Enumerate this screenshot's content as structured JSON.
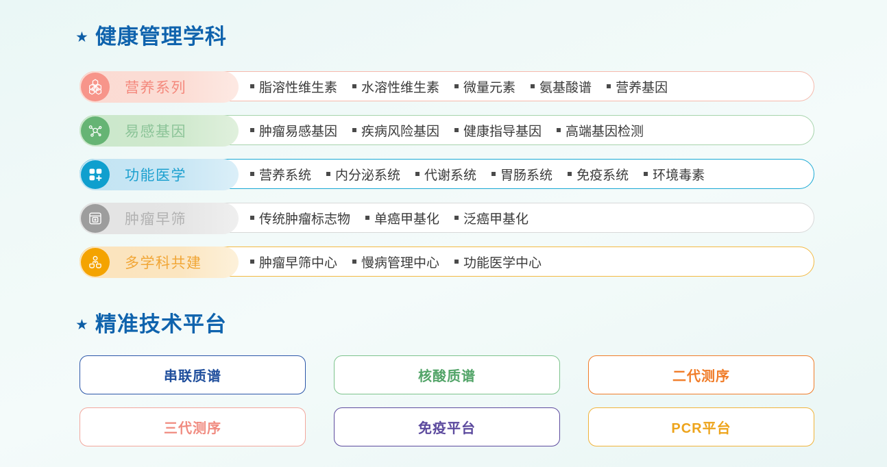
{
  "sections": [
    {
      "star": "★",
      "title": "健康管理学科",
      "rows": [
        {
          "key": "nutrition",
          "icon": "honeycomb-icon",
          "label": "营养系列",
          "color": "#f4887c",
          "icon_bg": "#f7958a",
          "items": [
            "脂溶性维生素",
            "水溶性维生素",
            "微量元素",
            "氨基酸谱",
            "营养基因"
          ]
        },
        {
          "key": "gene",
          "icon": "gene-network-icon",
          "label": "易感基因",
          "color": "#8cc498",
          "icon_bg": "#66b474",
          "items": [
            "肿瘤易感基因",
            "疾病风险基因",
            "健康指导基因",
            "高端基因检测"
          ]
        },
        {
          "key": "func",
          "icon": "grid-plus-icon",
          "label": "功能医学",
          "color": "#1ca0cf",
          "icon_bg": "#0f9fce",
          "items": [
            "营养系统",
            "内分泌系统",
            "代谢系统",
            "胃肠系统",
            "免疫系统",
            "环境毒素"
          ]
        },
        {
          "key": "tumor",
          "icon": "report-document-icon",
          "label": "肿瘤早筛",
          "color": "#b2b2b2",
          "icon_bg": "#9d9d9d",
          "items": [
            "传统肿瘤标志物",
            "单癌甲基化",
            "泛癌甲基化"
          ]
        },
        {
          "key": "multi",
          "icon": "people-group-icon",
          "label": "多学科共建",
          "color": "#f1a636",
          "icon_bg": "#f4a300",
          "items": [
            "肿瘤早筛中心",
            "慢病管理中心",
            "功能医学中心"
          ]
        }
      ]
    },
    {
      "star": "★",
      "title": "精准技术平台",
      "cards": [
        {
          "label": "串联质谱",
          "color": "#1f4e9c",
          "border": "#2a55a8"
        },
        {
          "label": "核酸质谱",
          "color": "#52a468",
          "border": "#7cc38c"
        },
        {
          "label": "二代测序",
          "color": "#f07c28",
          "border": "#f07c28"
        },
        {
          "label": "三代测序",
          "color": "#f08b80",
          "border": "#f2a79d"
        },
        {
          "label": "免疫平台",
          "color": "#5c4a9e",
          "border": "#5c4a9e"
        },
        {
          "label": "PCR平台",
          "color": "#eda41c",
          "border": "#f0b33a"
        }
      ]
    }
  ]
}
